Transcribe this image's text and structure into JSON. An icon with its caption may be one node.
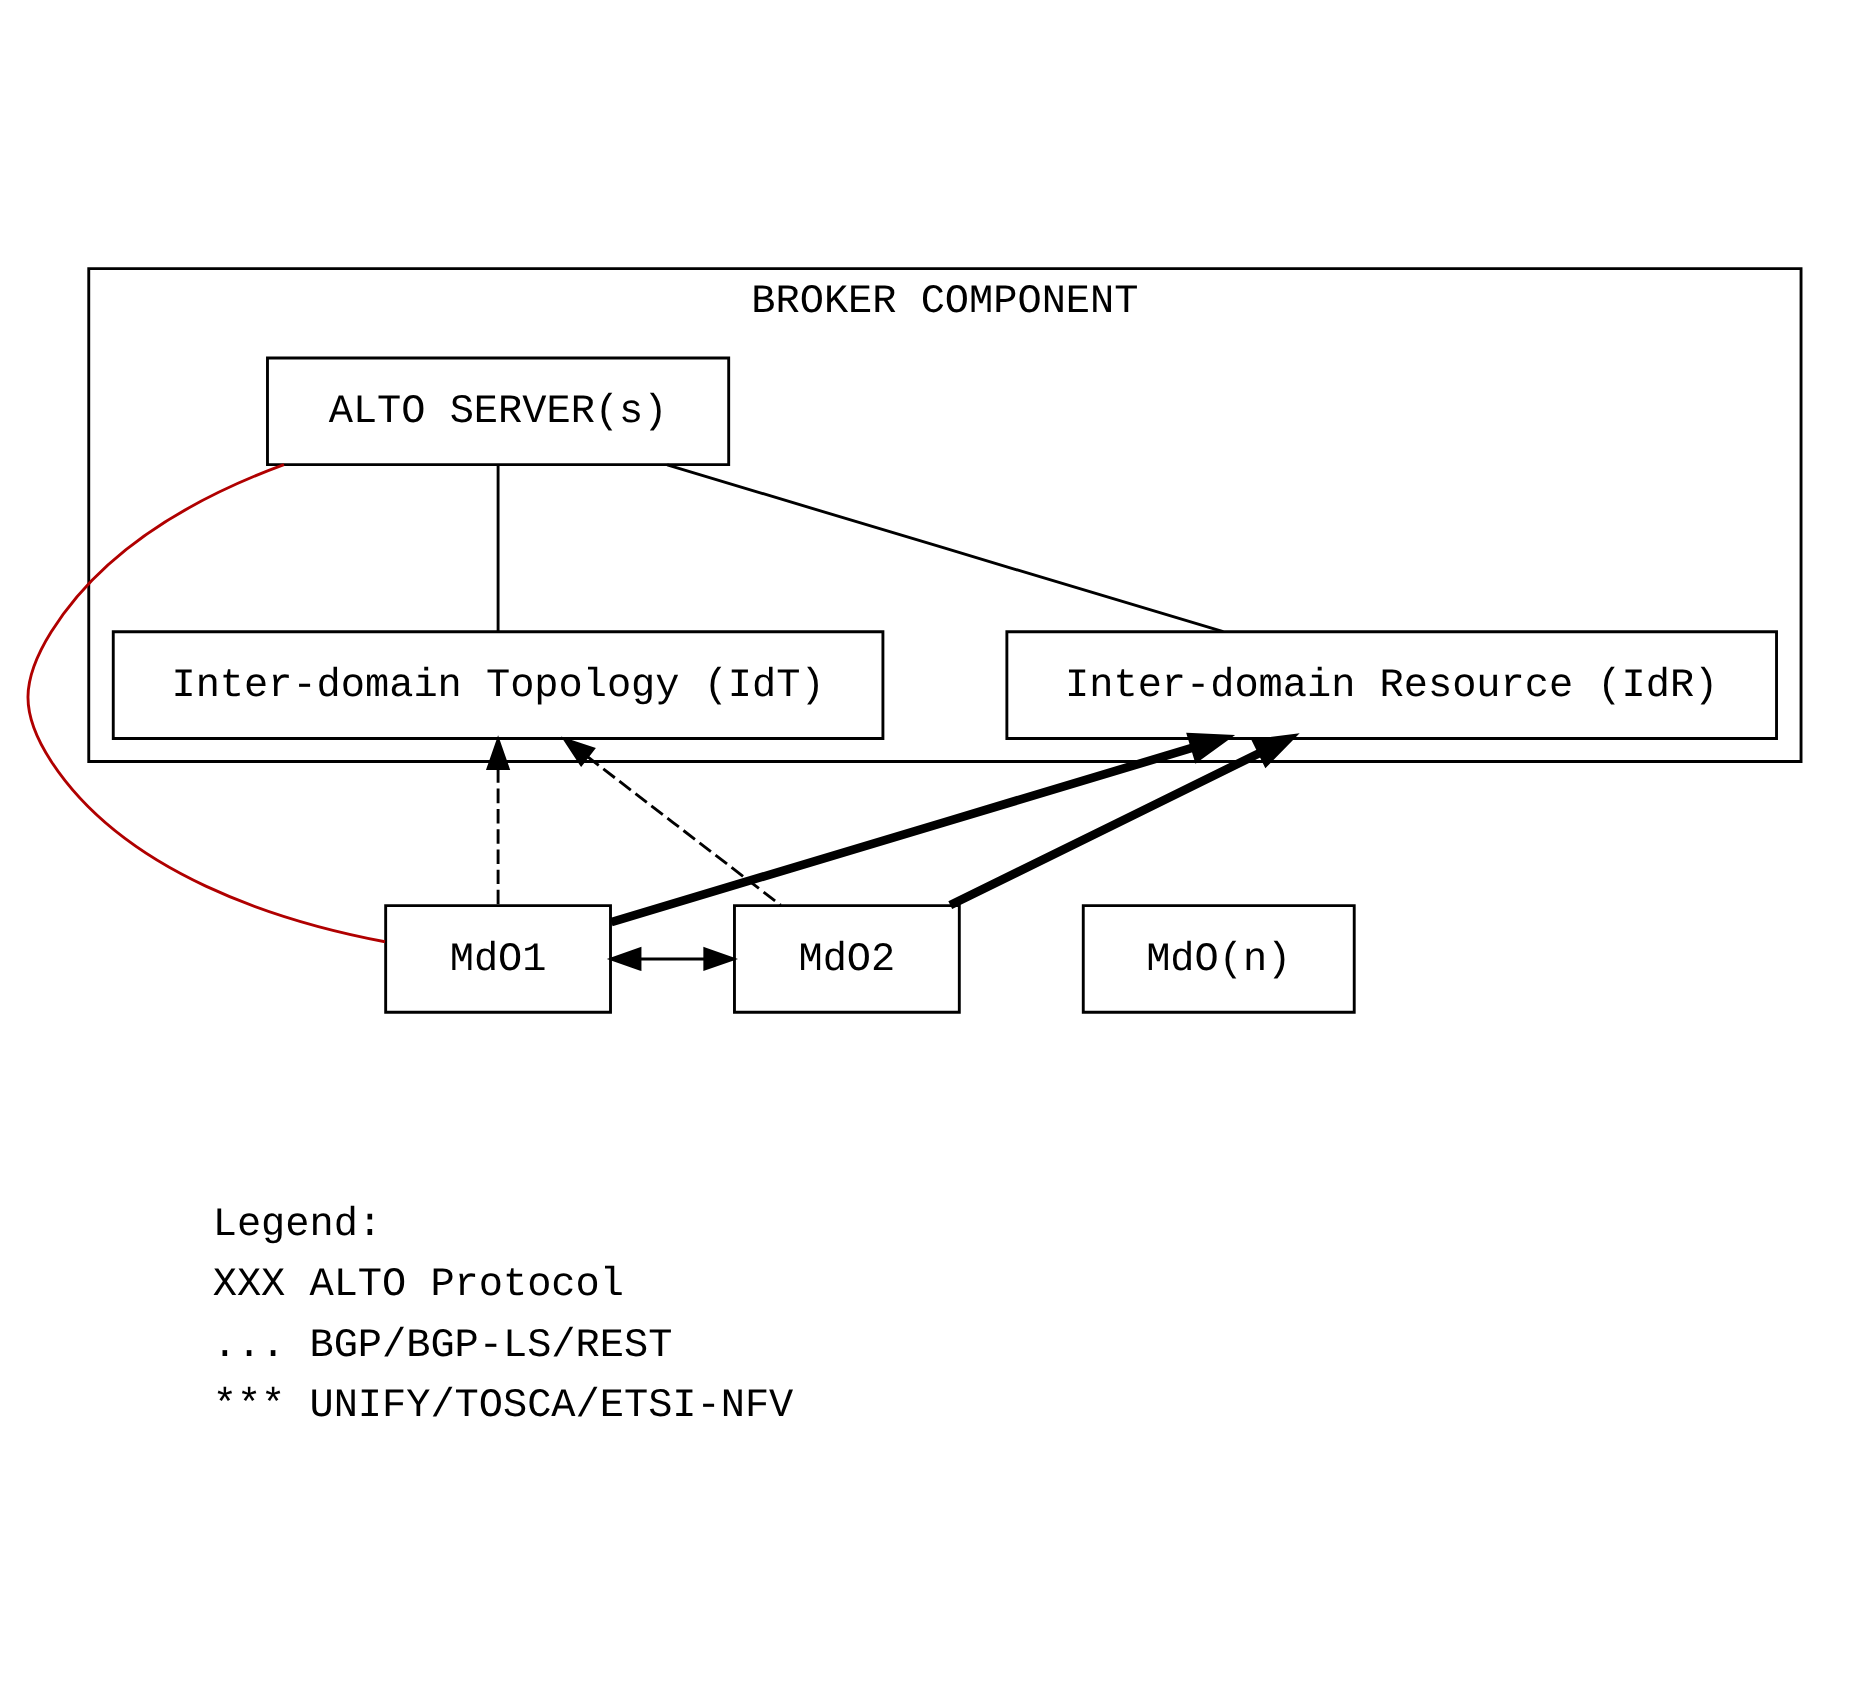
{
  "diagram": {
    "nodes": [
      {
        "text": [
          "BROKER COMPONENT"
        ]
      },
      {
        "text": [
          "ALTO SERVER(s)"
        ],
        "in": 0
      },
      {
        "text": [
          "Inter-domain Topology (IdT)"
        ],
        "in": 0
      },
      {
        "text": [
          "Inter-domain Resource (IdR)"
        ],
        "in": 0
      },
      {
        "text": [
          "MdO1"
        ]
      },
      {
        "text": [
          "MdO2"
        ]
      },
      {
        "text": [
          "MdO(n)"
        ]
      }
    ],
    "edges": [
      {
        "from": 1,
        "to": 2,
        "arrow": "none"
      },
      {
        "from": 1,
        "to": 3,
        "arrow": "none"
      },
      {
        "from": 4,
        "to": 1,
        "arrow": "none",
        "color": "#b00000"
      },
      {
        "from": 4,
        "to": 2,
        "arrow": "to",
        "style": "dashed"
      },
      {
        "from": 5,
        "to": 2,
        "arrow": "to",
        "style": "dashed"
      },
      {
        "from": 4,
        "to": 3,
        "arrow": "to",
        "style": "thick"
      },
      {
        "from": 5,
        "to": 3,
        "arrow": "to",
        "style": "thick"
      },
      {
        "from": 4,
        "to": 5,
        "arrow": "both"
      }
    ],
    "labels": [
      "Legend:"
    ],
    "legend": [
      {
        "text": "XXX ALTO Protocol"
      },
      {
        "text": "... BGP/BGP-LS/REST"
      },
      {
        "text": "*** UNIFY/TOSCA/ETSI-NFV"
      }
    ]
  }
}
